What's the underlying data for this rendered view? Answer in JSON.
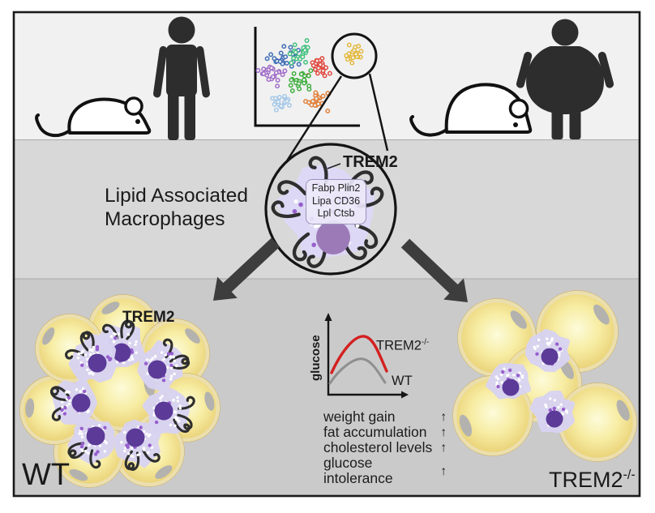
{
  "colors": {
    "band_top": "#f1f1f1",
    "band_mid": "#d8d8d8",
    "band_bottom": "#cacaca",
    "border": "#1a1a1a",
    "silhouette": "#2d2d2d",
    "arrow": "#3d3d3d",
    "macrophage_lavender": "#d8d3f2",
    "macrophage_light": "#ded9f7",
    "nucleus_dark_purple": "#5b3a98",
    "nucleus_mauve": "#9c7ab8",
    "adipocyte_gold": "#d8b951",
    "adipocyte_ring": "#ecdfae"
  },
  "icons": {
    "lean_mouse": "outline-mouse",
    "lean_human": "person-silhouette",
    "obese_mouse": "outline-mouse-large",
    "obese_human": "person-silhouette-round",
    "up_arrow": "↑"
  },
  "scatter_plot": {
    "clusters": [
      {
        "name": "cluster-blue",
        "color": "#3e6db5"
      },
      {
        "name": "cluster-teal",
        "color": "#43c17e"
      },
      {
        "name": "cluster-red",
        "color": "#e0473d"
      },
      {
        "name": "cluster-purple",
        "color": "#a06cc8"
      },
      {
        "name": "cluster-green",
        "color": "#3fae3f"
      },
      {
        "name": "cluster-lightblue",
        "color": "#a6c9e8"
      },
      {
        "name": "cluster-orange",
        "color": "#e0823c"
      },
      {
        "name": "cluster-yellow-LAM",
        "color": "#e3b93d"
      }
    ]
  },
  "middle_panel": {
    "heading_line1": "Lipid Associated",
    "heading_line2": "Macrophages",
    "receptor_label": "TREM2",
    "gene_box": [
      "Fabp Plin2",
      "Lipa CD36",
      "Lpl Ctsb"
    ]
  },
  "glucose_chart": {
    "ylabel": "glucose",
    "curves": [
      {
        "label_base": "TREM2",
        "label_sup": "-/-",
        "color": "#d42020"
      },
      {
        "label_base": "WT",
        "label_sup": "",
        "color": "#8f8f8f"
      }
    ]
  },
  "outcomes": [
    {
      "label": "weight gain",
      "arrow": "↑"
    },
    {
      "label": "fat accumulation",
      "arrow": "↑"
    },
    {
      "label": "cholesterol levels",
      "arrow": "↑"
    },
    {
      "label": "glucose intolerance",
      "arrow": "↑"
    }
  ],
  "bottom_left": {
    "receptor_label": "TREM2",
    "genotype": "WT"
  },
  "bottom_right": {
    "genotype_base": "TREM2",
    "genotype_sup": "-/-"
  },
  "chart_data": [
    {
      "type": "scatter",
      "title": "single-cell cluster plot",
      "clusters": [
        "blue",
        "teal",
        "red",
        "purple",
        "green",
        "light-blue",
        "orange",
        "yellow (circled LAM cluster)"
      ],
      "legend_position": "none",
      "grid": false
    },
    {
      "type": "line",
      "ylabel": "glucose",
      "series": [
        {
          "name": "TREM2-/-",
          "color": "#d42020",
          "relative": "higher glucose excursion"
        },
        {
          "name": "WT",
          "color": "#8f8f8f",
          "relative": "lower glucose excursion"
        }
      ],
      "grid": false
    }
  ]
}
